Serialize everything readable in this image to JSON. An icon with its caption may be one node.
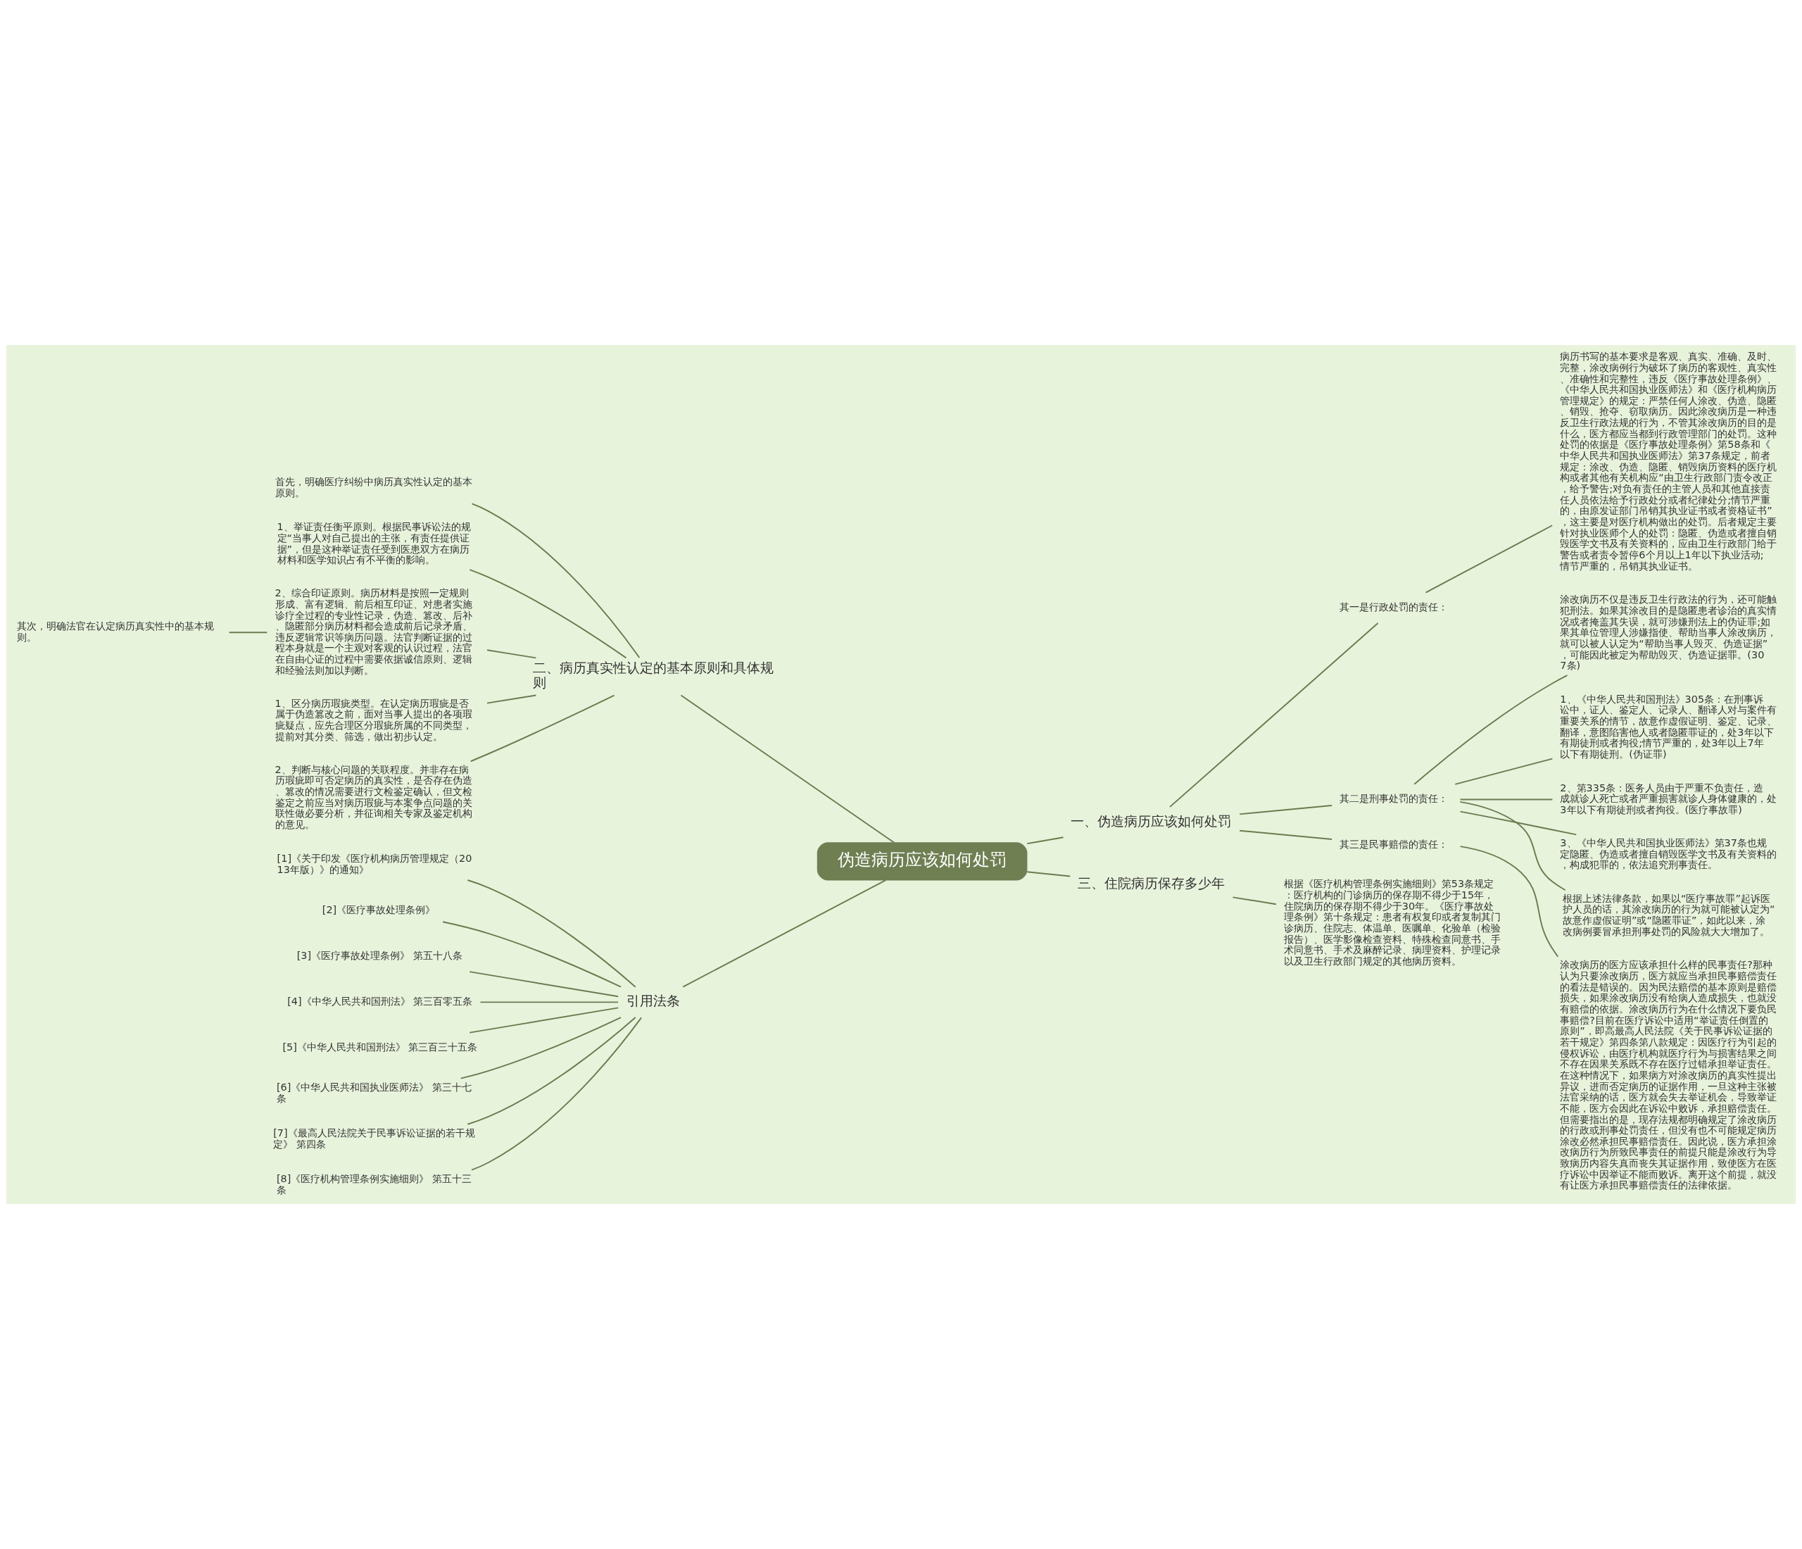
{
  "diagram": {
    "nodes": [
      {
        "text": [
          "伪造病历应该如何处罚"
        ]
      },
      {
        "text": [
          "一、伪造病历应该如何处罚"
        ]
      },
      {
        "text": [
          "其一是行政处罚的责任："
        ]
      },
      {
        "text": [
          "病历书写的基本要求是客观、真实、准确、及时、完整，涂改病例行为破坏了病历的客观性、真实性、准确性和完整性，违反《医疗事故处理条例》、《中华人民共和国执业医师法》和《医疗机构病历管理规定》的规定：严禁任何人涂改、伪造、隐匿、销毁、抢夺、窃取病历。因此涂改病历是一种违反卫生行政法规的行为，不管其涂改病历的目的是什么，医方都应当都到行政管理部门的处罚。这种处罚的依据是《医疗事故处理条例》第58条和《中华人民共和国执业医师法》第37条规定，前者规定：涂改、伪造、隐匿、销毁病历资料的医疗机构或者其他有关机构应“由卫生行政部门责令改正，给予警告;对负有责任的主管人员和其他直接责任人员依法给予行政处分或者纪律处分;情节严重的，由原发证部门吊销其执业证书或者资格证书”，这主要是对医疗机构做出的处罚。后者规定主要针对执业医师个人的处罚：隐匿、伪造或者擅自销毁医学文书及有关资料的，应由卫生行政部门给于警告或者责令暂停6个月以上1年以下执业活动;情节严重的，吊销其执业证书。"
        ]
      },
      {
        "text": [
          "其二是刑事处罚的责任："
        ]
      },
      {
        "text": [
          "涂改病历不仅是违反卫生行政法的行为，还可能触犯刑法。如果其涂改目的是隐匿患者诊治的真实情况或者掩盖其失误，就可涉嫌刑法上的伪证罪;如果其单位管理人涉嫌指使、帮助当事人涂改病历，就可以被人认定为“帮助当事人毁灭、伪造证据”，可能因此被定为帮助毁灭、伪造证据罪。(307条)"
        ]
      },
      {
        "text": [
          "1、《中华人民共和国刑法》305条：在刑事诉讼中，证人、鉴定人、记录人、翻译人对与案件有重要关系的情节，故意作虚假证明、鉴定、记录、翻译，意图陷害他人或者隐匿罪证的，处3年以下有期徒刑或者拘役;情节严重的，处3年以上7年以下有期徒刑。(伪证罪)"
        ]
      },
      {
        "text": [
          "2、第335条：医务人员由于严重不负责任，造成就诊人死亡或者严重损害就诊人身体健康的，处3年以下有期徒刑或者拘役。(医疗事故罪)"
        ]
      },
      {
        "text": [
          "3、《中华人民共和国执业医师法》第37条也规定隐匿、伪造或者擅自销毁医学文书及有关资料的，构成犯罪的，依法追究刑事责任。"
        ]
      },
      {
        "text": [
          "根据上述法律条款，如果以“医疗事故罪”起诉医护人员的话，其涂改病历的行为就可能被认定为“故意作虚假证明”或“隐匿罪证”，如此以来，涂改病例要冒承担刑事处罚的风险就大大增加了。"
        ]
      },
      {
        "text": [
          "其三是民事赔偿的责任："
        ]
      },
      {
        "text": [
          "涂改病历的医方应该承担什么样的民事责任?那种认为只要涂改病历，医方就应当承担民事赔偿责任的看法是错误的。因为民法赔偿的基本原则是赔偿损失，如果涂改病历没有给病人造成损失，也就没有赔偿的依据。涂改病历行为在什么情况下要负民事赔偿?目前在医疗诉讼中适用“举证责任倒置的原则”，即高最高人民法院《关于民事诉讼证据的若干规定》第四条第八款规定：因医疗行为引起的侵权诉讼，由医疗机构就医疗行为与损害结果之间不存在因果关系既不存在医疗过错承担举证责任。在这种情况下，如果病方对涂改病历的真实性提出异议，进而否定病历的证据作用，一旦这种主张被法官采纳的话，医方就会失去举证机会，导致举证不能，医方会因此在诉讼中败诉，承担赔偿责任。但需要指出的是，现存法规都明确规定了涂改病历的行政或刑事处罚责任，但没有也不可能规定病历涂改必然承担民事赔偿责任。因此说，医方承担涂改病历行为所致民事责任的前提只能是涂改行为导致病历内容失真而丧失其证据作用，致使医方在医疗诉讼中因举证不能而败诉。离开这个前提，就没有让医方承担民事赔偿责任的法律依据。"
        ]
      },
      {
        "text": [
          "三、住院病历保存多少年"
        ]
      },
      {
        "text": [
          "根据《医疗机构管理条例实施细则》第53条规定：医疗机构的门诊病历的保存期不得少于15年，住院病历的保存期不得少于30年。《医疗事故处理条例》第十条规定：患者有权复印或者复制其门诊病历、住院志、体温单、医嘱单、化验单（检验报告）、医学影像检查资料、特殊检查同意书、手术同意书、手术及麻醉记录、病理资料、护理记录以及卫生行政部门规定的其他病历资料。"
        ]
      },
      {
        "text": [
          "二、病历真实性认定的基本原则和具体规则"
        ]
      },
      {
        "text": [
          "首先，明确医疗纠纷中病历真实性认定的基本原则。"
        ]
      },
      {
        "text": [
          "1、举证责任衡平原则。根据民事诉讼法的规定“当事人对自己提出的主张，有责任提供证据”，但是这种举证责任受到医患双方在病历材料和医学知识占有不平衡的影响。"
        ]
      },
      {
        "text": [
          "2、综合印证原则。病历材料是按照一定规则形成、富有逻辑、前后相互印证、对患者实施诊疗全过程的专业性记录，伪造、篡改、后补、隐匿部分病历材料都会造成前后记录矛盾、违反逻辑常识等病历问题。法官判断证据的过程本身就是一个主观对客观的认识过程，法官在自由心证的过程中需要依据诚信原则、逻辑和经验法则加以判断。"
        ]
      },
      {
        "text": [
          "其次，明确法官在认定病历真实性中的基本规则。"
        ]
      },
      {
        "text": [
          "1、区分病历瑕疵类型。在认定病历瑕疵是否属于伪造篡改之前，面对当事人提出的各项瑕疵疑点，应先合理区分瑕疵所属的不同类型，提前对其分类、筛选，做出初步认定。"
        ]
      },
      {
        "text": [
          "2、判断与核心问题的关联程度。并非存在病历瑕疵即可否定病历的真实性，是否存在伪造、篡改的情况需要进行文检鉴定确认，但文检鉴定之前应当对病历瑕疵与本案争点问题的关联性做必要分析，并征询相关专家及鉴定机构的意见。"
        ]
      },
      {
        "text": [
          "引用法条"
        ]
      },
      {
        "text": [
          "[1]《关于印发《医疗机构病历管理规定（2013年版）》的通知》"
        ]
      },
      {
        "text": [
          "[2]《医疗事故处理条例》"
        ]
      },
      {
        "text": [
          "[3]《医疗事故处理条例》 第五十八条"
        ]
      },
      {
        "text": [
          "[4]《中华人民共和国刑法》 第三百零五条"
        ]
      },
      {
        "text": [
          "[5]《中华人民共和国刑法》 第三百三十五条"
        ]
      },
      {
        "text": [
          "[6]《中华人民共和国执业医师法》 第三十七条"
        ]
      },
      {
        "text": [
          "[7]《最高人民法院关于民事诉讼证据的若干规定》 第四条"
        ]
      },
      {
        "text": [
          "[8]《医疗机构管理条例实施细则》 第五十三条"
        ]
      }
    ],
    "edges": [
      {
        "from": 0,
        "to": 1,
        "arrow": "none"
      },
      {
        "from": 1,
        "to": 2,
        "arrow": "none"
      },
      {
        "from": 2,
        "to": 3,
        "arrow": "none"
      },
      {
        "from": 1,
        "to": 4,
        "arrow": "none"
      },
      {
        "from": 4,
        "to": 5,
        "arrow": "none"
      },
      {
        "from": 4,
        "to": 6,
        "arrow": "none"
      },
      {
        "from": 4,
        "to": 7,
        "arrow": "none"
      },
      {
        "from": 4,
        "to": 8,
        "arrow": "none"
      },
      {
        "from": 4,
        "to": 9,
        "arrow": "none"
      },
      {
        "from": 1,
        "to": 10,
        "arrow": "none"
      },
      {
        "from": 10,
        "to": 11,
        "arrow": "none"
      },
      {
        "from": 0,
        "to": 12,
        "arrow": "none"
      },
      {
        "from": 12,
        "to": 13,
        "arrow": "none"
      },
      {
        "from": 0,
        "to": 14,
        "arrow": "none"
      },
      {
        "from": 14,
        "to": 15,
        "arrow": "none"
      },
      {
        "from": 14,
        "to": 16,
        "arrow": "none"
      },
      {
        "from": 14,
        "to": 17,
        "arrow": "none"
      },
      {
        "from": 17,
        "to": 18,
        "arrow": "none"
      },
      {
        "from": 14,
        "to": 19,
        "arrow": "none"
      },
      {
        "from": 14,
        "to": 20,
        "arrow": "none"
      },
      {
        "from": 0,
        "to": 21,
        "arrow": "none"
      },
      {
        "from": 21,
        "to": 22,
        "arrow": "none"
      },
      {
        "from": 21,
        "to": 23,
        "arrow": "none"
      },
      {
        "from": 21,
        "to": 24,
        "arrow": "none"
      },
      {
        "from": 21,
        "to": 25,
        "arrow": "none"
      },
      {
        "from": 21,
        "to": 26,
        "arrow": "none"
      },
      {
        "from": 21,
        "to": 27,
        "arrow": "none"
      },
      {
        "from": 21,
        "to": 28,
        "arrow": "none"
      },
      {
        "from": 21,
        "to": 29,
        "arrow": "none"
      }
    ]
  }
}
